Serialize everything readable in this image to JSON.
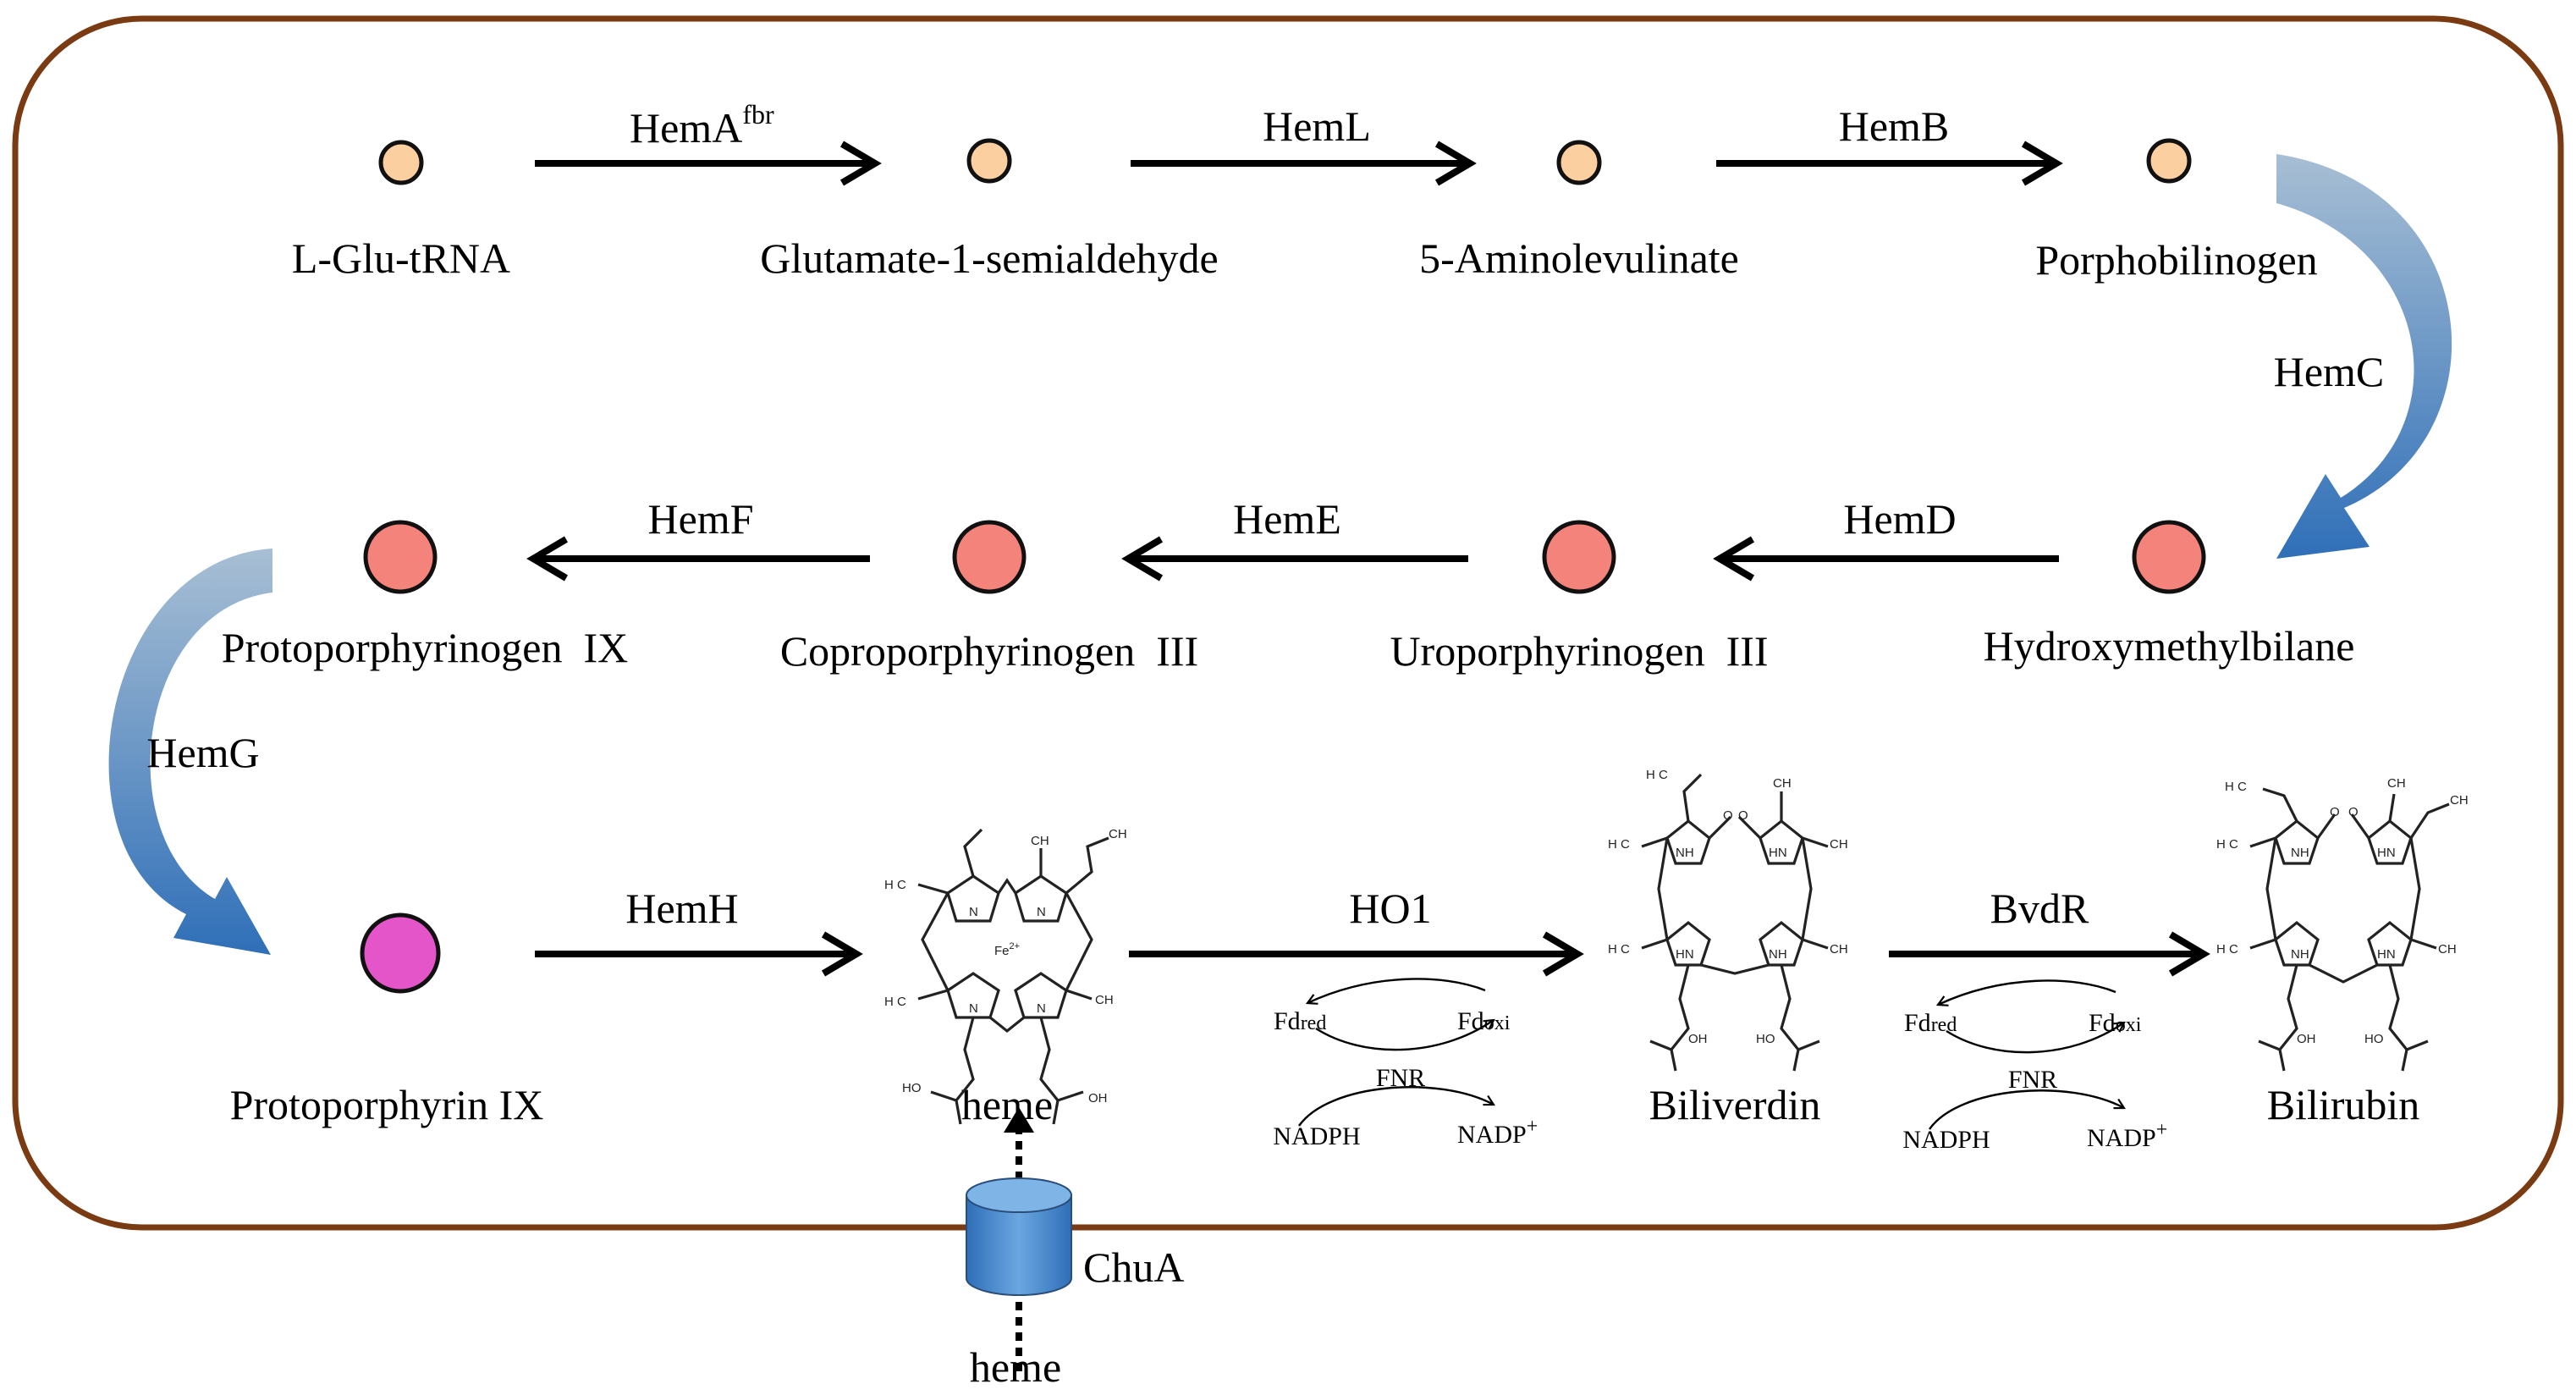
{
  "colors": {
    "cell_border": "#7a3a12",
    "early_node_fill": "#fbcf9f",
    "mid_node_fill": "#f4837b",
    "protoporphyrin_fill": "#e355c8",
    "curved_arrow": "#3a7ac0",
    "transporter": "#3f86cc"
  },
  "row1": {
    "nodes": [
      {
        "label": "L-Glu-tRNA"
      },
      {
        "label": "Glutamate-1-semialdehyde"
      },
      {
        "label": "5-Aminolevulinate"
      },
      {
        "label": "Porphobilinogen"
      }
    ],
    "enzymes": [
      {
        "label": "HemA",
        "sup": "fbr"
      },
      {
        "label": "HemL"
      },
      {
        "label": "HemB"
      }
    ]
  },
  "curve_right": {
    "label": "HemC"
  },
  "row2": {
    "nodes": [
      {
        "label": "Protoporphyrinogen  IX"
      },
      {
        "label": "Coproporphyrinogen  III"
      },
      {
        "label": "Uroporphyrinogen  III"
      },
      {
        "label": "Hydroxymethylbilane"
      }
    ],
    "enzymes": [
      {
        "label": "HemF"
      },
      {
        "label": "HemE"
      },
      {
        "label": "HemD"
      }
    ]
  },
  "curve_left": {
    "label": "HemG"
  },
  "row3": {
    "nodes": [
      {
        "label": "Protoporphyrin IX"
      },
      {
        "label": "heme"
      },
      {
        "label": "Biliverdin"
      },
      {
        "label": "Bilirubin"
      }
    ],
    "enzymes": [
      {
        "label": "HemH"
      },
      {
        "label": "HO1"
      },
      {
        "label": "BvdR"
      }
    ]
  },
  "cofactor_cycles": [
    {
      "fd_red": "Fd",
      "fd_red_sub": "red",
      "fd_oxi": "Fd",
      "fd_oxi_sub": "oxi",
      "fnr": "FNR",
      "nadph": "NADPH",
      "nadp": "NADP",
      "nadp_sup": "+"
    },
    {
      "fd_red": "Fd",
      "fd_red_sub": "red",
      "fd_oxi": "Fd",
      "fd_oxi_sub": "oxi",
      "fnr": "FNR",
      "nadph": "NADPH",
      "nadp": "NADP",
      "nadp_sup": "+"
    }
  ],
  "structures": {
    "heme": {
      "fe": "Fe",
      "fe_sup": "2+",
      "n": "N",
      "ch3": "CH",
      "ch2": "CH",
      "h3c": "H C",
      "oh": "OH",
      "ho": "HO"
    },
    "biliverdin": {
      "nh": "NH",
      "hn": "HN",
      "o": "O",
      "ch3": "CH",
      "h3c": "H C",
      "h2c": "H C",
      "oh": "OH",
      "ho": "HO"
    },
    "bilirubin": {
      "nh": "NH",
      "hn": "HN",
      "o": "O",
      "ch3": "CH",
      "h3c": "H C",
      "h2c": "H C",
      "ch2": "CH",
      "oh": "OH",
      "ho": "HO"
    }
  },
  "transporter": {
    "label": "ChuA",
    "substrate": "heme"
  }
}
